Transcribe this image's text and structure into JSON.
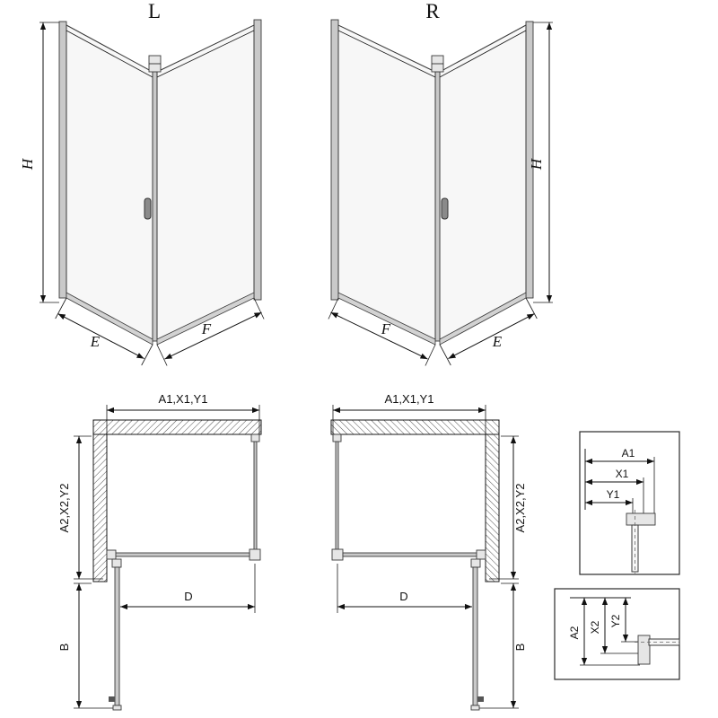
{
  "colors": {
    "ink": "#1a1a1a",
    "glass": "#f7f7f7",
    "profile": "#c9c9c9",
    "background": "#ffffff"
  },
  "enclosure_3d_left": {
    "variant_label": "L",
    "height_label": "H",
    "left_panel_label": "E",
    "right_panel_label": "F"
  },
  "enclosure_3d_right": {
    "variant_label": "R",
    "height_label": "H",
    "left_panel_label": "F",
    "right_panel_label": "E"
  },
  "plan_left": {
    "width_label": "A1,X1,Y1",
    "depth_label": "A2,X2,Y2",
    "entry_label": "D",
    "door_projection_label": "B"
  },
  "plan_right": {
    "width_label": "A1,X1,Y1",
    "depth_label": "A2,X2,Y2",
    "entry_label": "D",
    "door_projection_label": "B"
  },
  "detail_top": {
    "labels": {
      "a1": "A1",
      "x1": "X1",
      "y1": "Y1"
    }
  },
  "detail_bottom": {
    "labels": {
      "a2": "A2",
      "x2": "X2",
      "y2": "Y2"
    }
  }
}
